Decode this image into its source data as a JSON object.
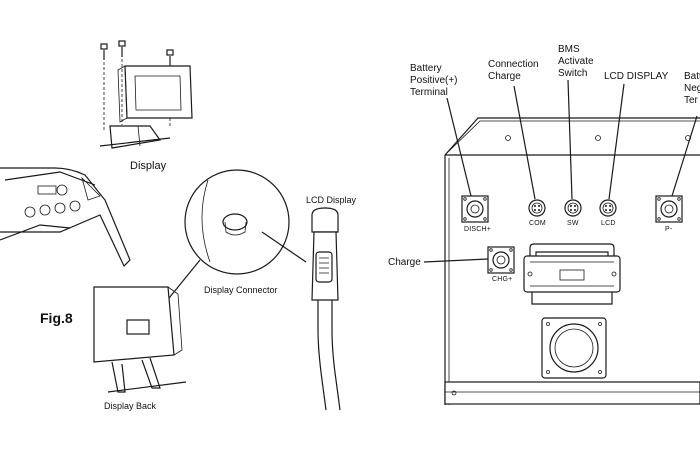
{
  "left_diagram": {
    "display_label": "Display",
    "lcd_display_label": "LCD Display",
    "display_connector_label": "Display Connector",
    "fig_label": "Fig.8",
    "display_back_label": "Display Back"
  },
  "right_diagram": {
    "callouts": {
      "battery_positive": "Battery\nPositive(+)\nTerminal",
      "connection_charge": "Connection\nCharge",
      "bms_activate_switch": "BMS\nActivate\nSwitch",
      "lcd_display": "LCD DISPLAY",
      "battery_negative": "Batt\nNeg\nTer",
      "charge": "Charge"
    },
    "port_labels": {
      "disch": "DISCH+",
      "com": "COM",
      "sw": "SW",
      "lcd": "LCD",
      "p_minus": "P-",
      "chg": "CHG+"
    }
  }
}
